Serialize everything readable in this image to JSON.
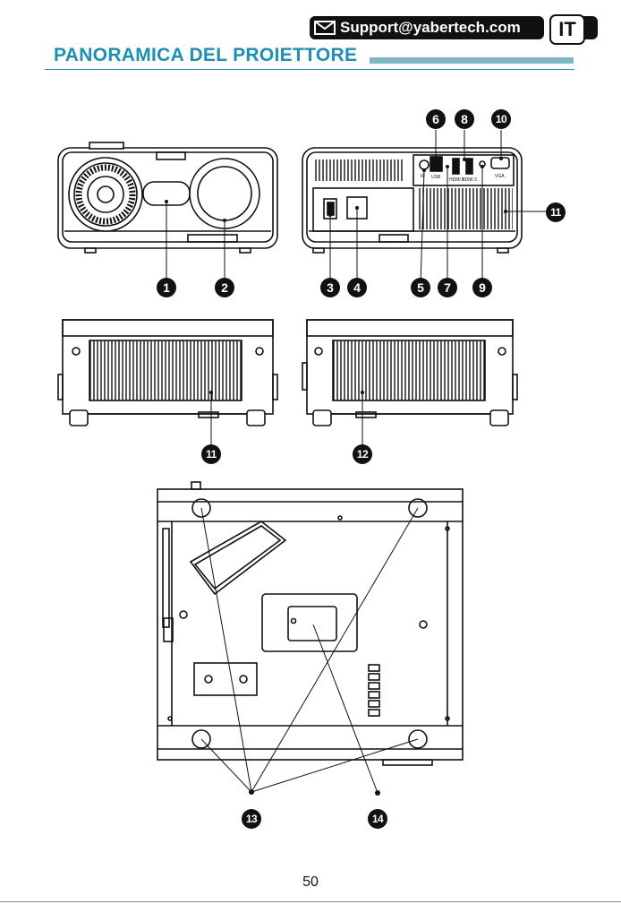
{
  "header": {
    "support_email": "Support@yabertech.com",
    "language_code": "IT",
    "title": "PANORAMICA DEL PROIETTORE"
  },
  "callouts": {
    "c1": "1",
    "c2": "2",
    "c3": "3",
    "c4": "4",
    "c5": "5",
    "c6": "6",
    "c7": "7",
    "c8": "8",
    "c9": "9",
    "c10": "10",
    "c11a": "11",
    "c11b": "11",
    "c12": "12",
    "c13": "13",
    "c14": "14"
  },
  "port_labels": {
    "ir": "IR",
    "usb": "USB",
    "hdmi1": "HDMI 1",
    "hdmi2": "HDMI 2",
    "vga": "VGA"
  },
  "footer": {
    "page_number": "50"
  },
  "colors": {
    "accent": "#1d8fb3",
    "accent_bar": "#7fb6c7",
    "ink": "#111111"
  }
}
